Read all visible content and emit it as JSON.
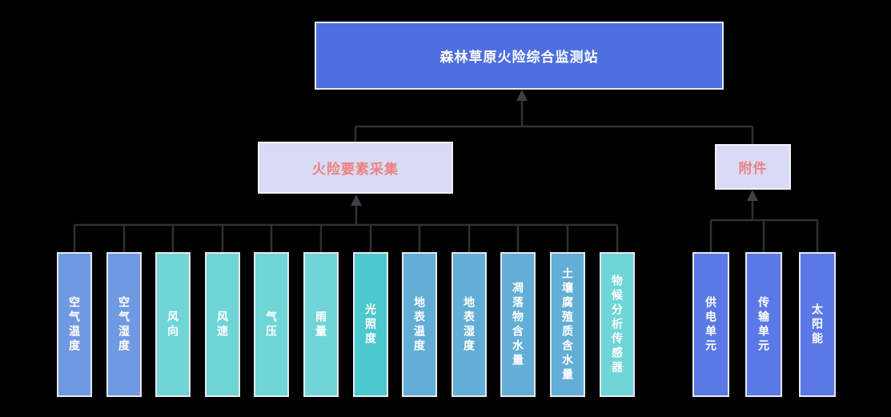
{
  "palette": {
    "background": "#000000",
    "root_box_fill": "#4e6fe0",
    "branch_box_fill": "#d9dbf4",
    "branch_text": "#ee8181",
    "node_text": "#ffffff",
    "connector_line": "#303034",
    "arrowhead": "#404044",
    "blue": "#7099e3",
    "teal": "#6fd5d6",
    "teal_dark": "#4cc9ce",
    "steel_blue": "#62aed6",
    "royal_blue": "#5b79e6"
  },
  "tree": {
    "root": {
      "label": "森林草原火险综合监测站"
    },
    "branches": [
      {
        "label": "火险要素采集",
        "children": [
          {
            "label": "空气温度",
            "color": "#7099e3"
          },
          {
            "label": "空气湿度",
            "color": "#7099e3"
          },
          {
            "label": "风向",
            "color": "#6fd5d6"
          },
          {
            "label": "风速",
            "color": "#6fd5d6"
          },
          {
            "label": "气压",
            "color": "#6fd5d6"
          },
          {
            "label": "雨量",
            "color": "#6fd5d6"
          },
          {
            "label": "光照度",
            "color": "#4cc9ce"
          },
          {
            "label": "地表温度",
            "color": "#62aed6"
          },
          {
            "label": "地表湿度",
            "color": "#62aed6"
          },
          {
            "label": "凋落物含水量",
            "color": "#62aed6"
          },
          {
            "label": "土壤腐殖质含水量",
            "color": "#62aed6"
          },
          {
            "label": "物候分析传感器",
            "color": "#6fd5d6"
          }
        ]
      },
      {
        "label": "附件",
        "children": [
          {
            "label": "供电单元",
            "color": "#5b79e6"
          },
          {
            "label": "传输单元",
            "color": "#5b79e6"
          },
          {
            "label": "太阳能",
            "color": "#5b79e6"
          }
        ]
      }
    ]
  }
}
